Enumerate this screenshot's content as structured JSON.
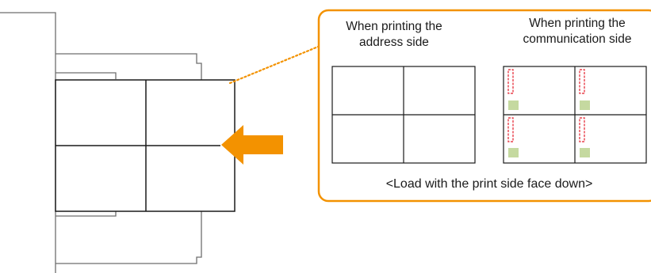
{
  "callout": {
    "address_side_caption": [
      "When printing the",
      "address side"
    ],
    "communication_side_caption": [
      "When printing the",
      "communication side"
    ],
    "load_instruction": "<Load with the print side face down>"
  },
  "colors": {
    "accent": "#F39200",
    "callout_border": "#F39200",
    "stamp_box": "#E8404B",
    "address_label": "#C5D9A0",
    "outline": "#6E6E6E",
    "card_edge": "#1A1A1A"
  },
  "icons": {
    "arrow": "arrow-left-icon",
    "leader": "dotted-leader-line"
  }
}
